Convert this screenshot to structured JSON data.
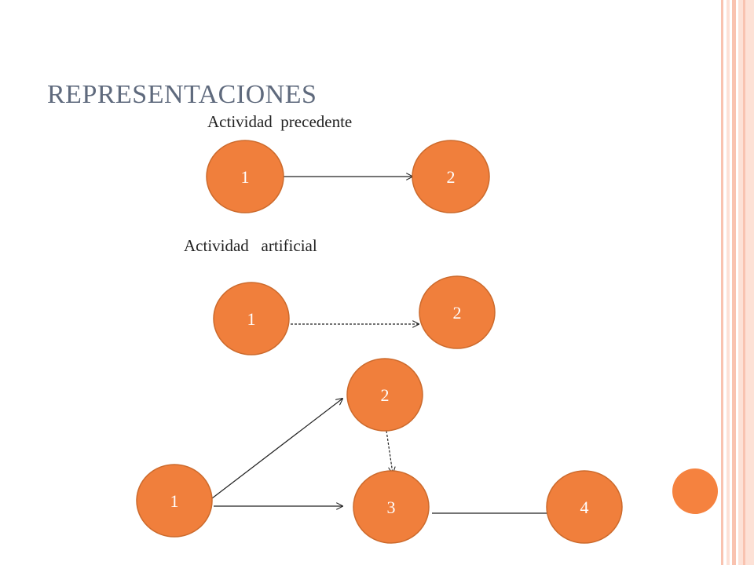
{
  "title": "REPRESENTACIONES",
  "labels": {
    "precedente": "Actividad  precedente",
    "artificial": "Actividad   artificial"
  },
  "colors": {
    "node_fill": "#f07f3c",
    "node_stroke": "#cc6a2c",
    "title": "#5f6a7d",
    "frame_pink": "#f9c3b0",
    "frame_light": "#fde1d6",
    "accent_dot": "#f5823f"
  },
  "nodes": [
    {
      "id": "a1",
      "label": "1"
    },
    {
      "id": "a2",
      "label": "2"
    },
    {
      "id": "b1",
      "label": "1"
    },
    {
      "id": "b2",
      "label": "2"
    },
    {
      "id": "c1",
      "label": "1"
    },
    {
      "id": "c2",
      "label": "2"
    },
    {
      "id": "c3",
      "label": "3"
    },
    {
      "id": "c4",
      "label": "4"
    }
  ],
  "edges": [
    {
      "from": "a1",
      "to": "a2",
      "style": "solid"
    },
    {
      "from": "b1",
      "to": "b2",
      "style": "dashed"
    },
    {
      "from": "c1",
      "to": "c2",
      "style": "solid"
    },
    {
      "from": "c1",
      "to": "c3",
      "style": "solid"
    },
    {
      "from": "c2",
      "to": "c3",
      "style": "dashed"
    },
    {
      "from": "c3",
      "to": "c4",
      "style": "solid"
    }
  ]
}
